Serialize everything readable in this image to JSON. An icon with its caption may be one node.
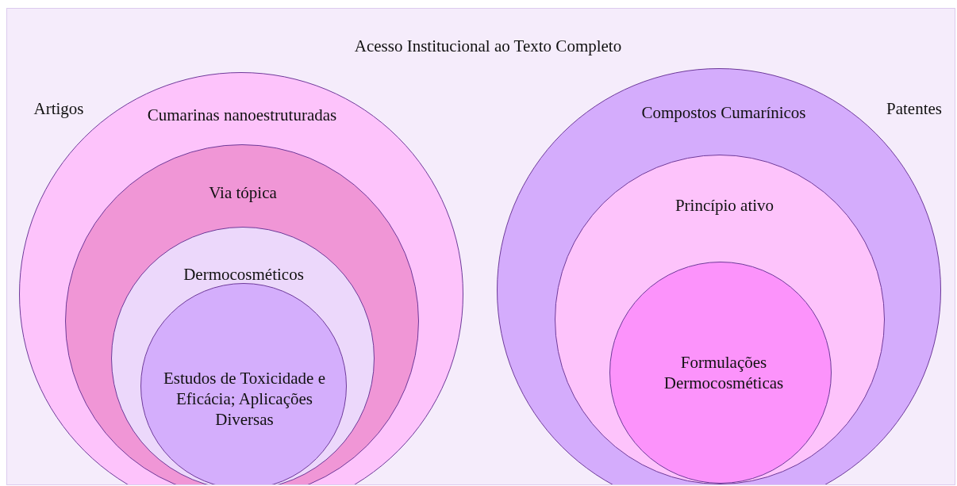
{
  "diagram": {
    "nodes": [
      {
        "text": [
          "Acesso Institucional ao Texto Completo"
        ]
      },
      {
        "text": [
          "Cumarinas nanoestruturadas"
        ],
        "in": 0,
        "beside": [
          "Artigos"
        ]
      },
      {
        "text": [
          "Via tópica"
        ],
        "in": 1
      },
      {
        "text": [
          "Dermocosméticos"
        ],
        "in": 2
      },
      {
        "text": [
          "Estudos de Toxicidade e Eficácia; Aplicações Diversas"
        ],
        "in": 3
      },
      {
        "text": [
          "Compostos Cumarínicos"
        ],
        "in": 0,
        "beside": [
          "Patentes"
        ]
      },
      {
        "text": [
          "Princípio ativo"
        ],
        "in": 5
      },
      {
        "text": [
          "Formulações Dermocosméticas"
        ],
        "in": 6
      }
    ],
    "edges": []
  }
}
